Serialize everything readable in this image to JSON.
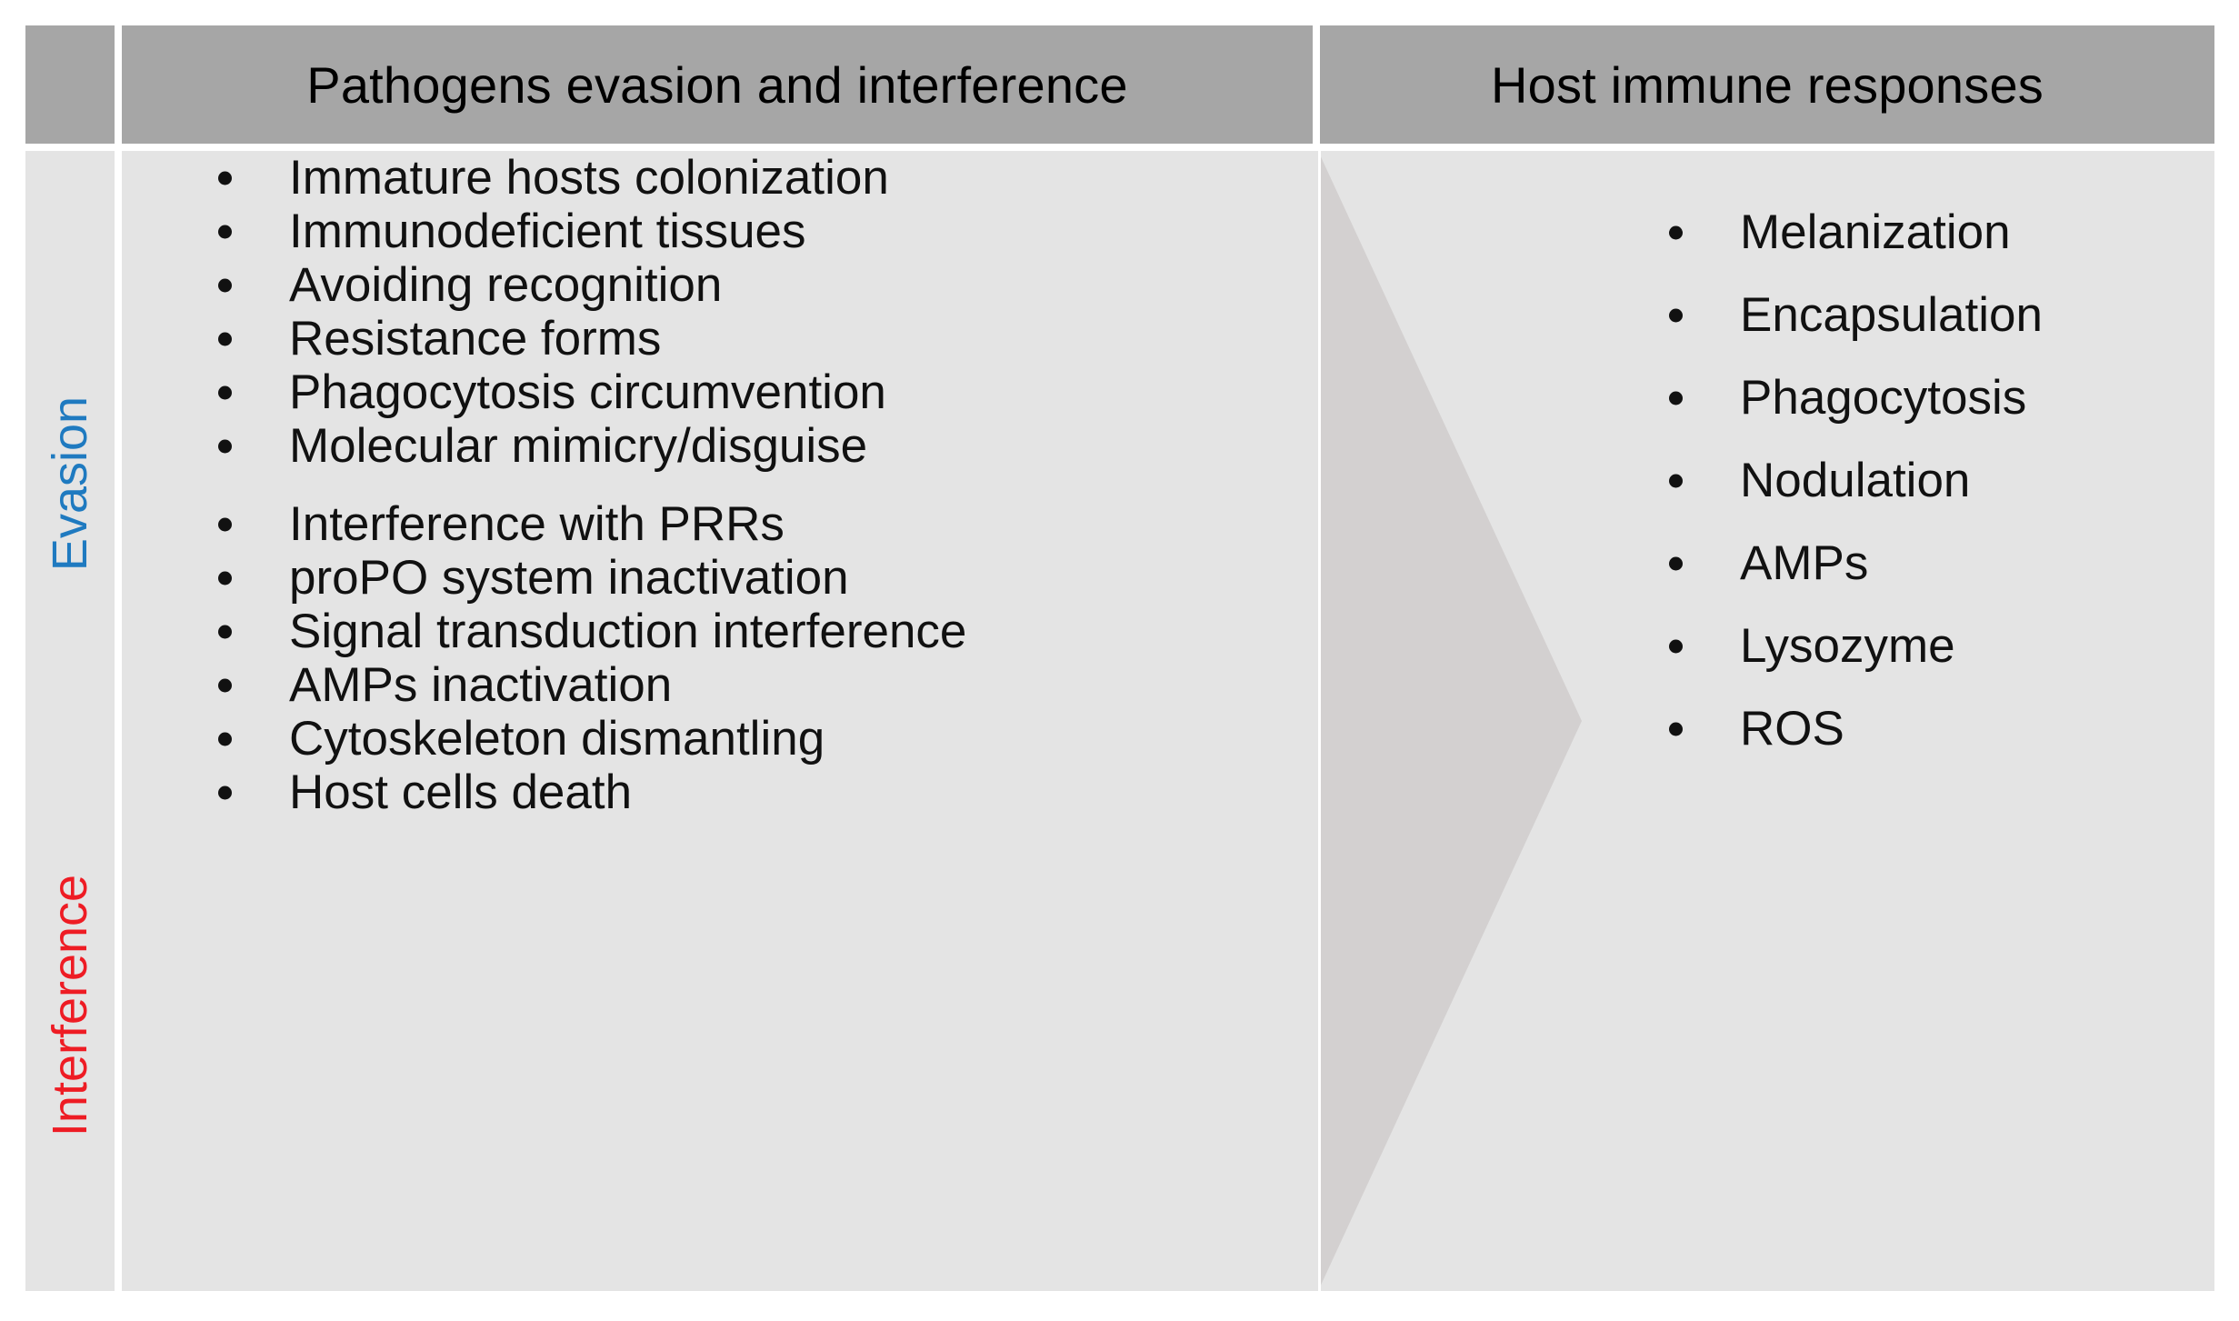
{
  "figure": {
    "type": "two-column comparison table with arrow",
    "colors": {
      "header_gray": "#a6a6a6",
      "body_gray": "#e4e4e4",
      "arrow_gray": "#d3d0d0",
      "evasion_label": "#1f7ac0",
      "interference_label": "#ee1c24",
      "text": "#111111"
    }
  },
  "headers": {
    "rail": "",
    "left": "Pathogens evasion and interference",
    "right": "Host immune responses"
  },
  "rail_labels": {
    "evasion": "Evasion",
    "interference": "Interference"
  },
  "left_column": {
    "evasion": [
      "Immature hosts colonization",
      "Immunodeficient tissues",
      "Avoiding recognition",
      "Resistance forms",
      "Phagocytosis circumvention",
      "Molecular mimicry/disguise"
    ],
    "interference": [
      "Interference with PRRs",
      "proPO system inactivation",
      "Signal transduction interference",
      "AMPs inactivation",
      "Cytoskeleton dismantling",
      "Host cells death"
    ]
  },
  "right_column": {
    "host_immune_responses": [
      "Melanization",
      "Encapsulation",
      "Phagocytosis",
      "Nodulation",
      "AMPs",
      "Lysozyme",
      "ROS"
    ]
  },
  "arrow": {
    "name": "right-pointing-arrow",
    "direction": "right",
    "meaning": "pathogens evasion and interference act upon host immune responses"
  }
}
